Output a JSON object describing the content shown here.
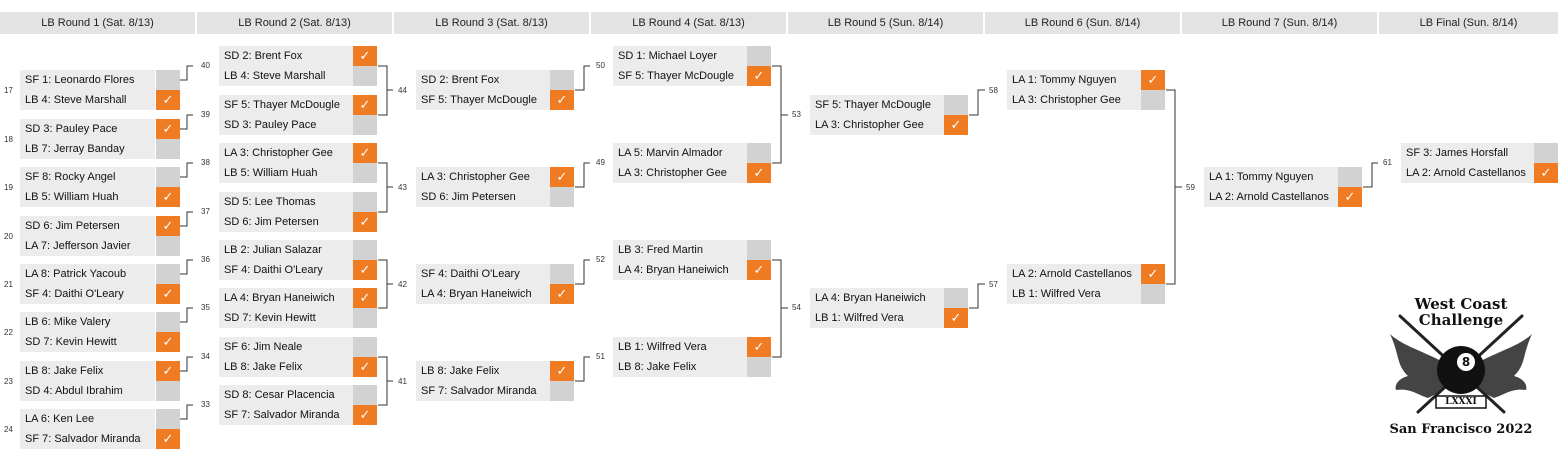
{
  "rounds": [
    {
      "id": "r1",
      "title": "LB Round 1 (Sat. 8/13)"
    },
    {
      "id": "r2",
      "title": "LB Round 2 (Sat. 8/13)"
    },
    {
      "id": "r3",
      "title": "LB Round 3 (Sat. 8/13)"
    },
    {
      "id": "r4",
      "title": "LB Round 4 (Sat. 8/13)"
    },
    {
      "id": "r5",
      "title": "LB Round 5 (Sun. 8/14)"
    },
    {
      "id": "r6",
      "title": "LB Round 6 (Sun. 8/14)"
    },
    {
      "id": "r7",
      "title": "LB Round 7 (Sun. 8/14)"
    },
    {
      "id": "r8",
      "title": "LB Final (Sun. 8/14)"
    }
  ],
  "check_glyph": "✓",
  "matches": {
    "m17": {
      "number": "17",
      "players": [
        {
          "name": "SF 1: Leonardo Flores",
          "winner": false
        },
        {
          "name": "LB 4: Steve Marshall",
          "winner": true
        }
      ]
    },
    "m18": {
      "number": "18",
      "players": [
        {
          "name": "SD 3: Pauley Pace",
          "winner": true
        },
        {
          "name": "LB 7: Jerray Banday",
          "winner": false
        }
      ]
    },
    "m19": {
      "number": "19",
      "players": [
        {
          "name": "SF 8: Rocky Angel",
          "winner": false
        },
        {
          "name": "LB 5: William Huah",
          "winner": true
        }
      ]
    },
    "m20": {
      "number": "20",
      "players": [
        {
          "name": "SD 6: Jim Petersen",
          "winner": true
        },
        {
          "name": "LA 7: Jefferson Javier",
          "winner": false
        }
      ]
    },
    "m21": {
      "number": "21",
      "players": [
        {
          "name": "LA 8: Patrick Yacoub",
          "winner": false
        },
        {
          "name": "SF 4: Daithi O'Leary",
          "winner": true
        }
      ]
    },
    "m22": {
      "number": "22",
      "players": [
        {
          "name": "LB 6: Mike Valery",
          "winner": false
        },
        {
          "name": "SD 7: Kevin Hewitt",
          "winner": true
        }
      ]
    },
    "m23": {
      "number": "23",
      "players": [
        {
          "name": "LB 8: Jake Felix",
          "winner": true
        },
        {
          "name": "SD 4: Abdul Ibrahim",
          "winner": false
        }
      ]
    },
    "m24": {
      "number": "24",
      "players": [
        {
          "name": "LA 6: Ken Lee",
          "winner": false
        },
        {
          "name": "SF 7: Salvador Miranda",
          "winner": true
        }
      ]
    },
    "m40": {
      "number": "40",
      "players": [
        {
          "name": "SD 2: Brent Fox",
          "winner": true
        },
        {
          "name": "LB 4: Steve Marshall",
          "winner": false
        }
      ]
    },
    "m39": {
      "number": "39",
      "players": [
        {
          "name": "SF 5: Thayer McDougle",
          "winner": true
        },
        {
          "name": "SD 3: Pauley Pace",
          "winner": false
        }
      ]
    },
    "m38": {
      "number": "38",
      "players": [
        {
          "name": "LA 3: Christopher Gee",
          "winner": true
        },
        {
          "name": "LB 5: William Huah",
          "winner": false
        }
      ]
    },
    "m37": {
      "number": "37",
      "players": [
        {
          "name": "SD 5: Lee Thomas",
          "winner": false
        },
        {
          "name": "SD 6: Jim Petersen",
          "winner": true
        }
      ]
    },
    "m36": {
      "number": "36",
      "players": [
        {
          "name": "LB 2: Julian Salazar",
          "winner": false
        },
        {
          "name": "SF 4: Daithi O'Leary",
          "winner": true
        }
      ]
    },
    "m35": {
      "number": "35",
      "players": [
        {
          "name": "LA 4: Bryan Haneiwich",
          "winner": true
        },
        {
          "name": "SD 7: Kevin Hewitt",
          "winner": false
        }
      ]
    },
    "m34": {
      "number": "34",
      "players": [
        {
          "name": "SF 6: Jim Neale",
          "winner": false
        },
        {
          "name": "LB 8: Jake Felix",
          "winner": true
        }
      ]
    },
    "m33": {
      "number": "33",
      "players": [
        {
          "name": "SD 8: Cesar Placencia",
          "winner": false
        },
        {
          "name": "SF 7: Salvador Miranda",
          "winner": true
        }
      ]
    },
    "m44": {
      "number": "44",
      "players": [
        {
          "name": "SD 2: Brent Fox",
          "winner": false
        },
        {
          "name": "SF 5: Thayer McDougle",
          "winner": true
        }
      ]
    },
    "m43": {
      "number": "43",
      "players": [
        {
          "name": "LA 3: Christopher Gee",
          "winner": true
        },
        {
          "name": "SD 6: Jim Petersen",
          "winner": false
        }
      ]
    },
    "m42": {
      "number": "42",
      "players": [
        {
          "name": "SF 4: Daithi O'Leary",
          "winner": false
        },
        {
          "name": "LA 4: Bryan Haneiwich",
          "winner": true
        }
      ]
    },
    "m41": {
      "number": "41",
      "players": [
        {
          "name": "LB 8: Jake Felix",
          "winner": true
        },
        {
          "name": "SF 7: Salvador Miranda",
          "winner": false
        }
      ]
    },
    "m50": {
      "number": "50",
      "players": [
        {
          "name": "SD 1: Michael Loyer",
          "winner": false
        },
        {
          "name": "SF 5: Thayer McDougle",
          "winner": true
        }
      ]
    },
    "m49": {
      "number": "49",
      "players": [
        {
          "name": "LA 5: Marvin Almador",
          "winner": false
        },
        {
          "name": "LA 3: Christopher Gee",
          "winner": true
        }
      ]
    },
    "m52": {
      "number": "52",
      "players": [
        {
          "name": "LB 3: Fred Martin",
          "winner": false
        },
        {
          "name": "LA 4: Bryan Haneiwich",
          "winner": true
        }
      ]
    },
    "m51": {
      "number": "51",
      "players": [
        {
          "name": "LB 1: Wilfred Vera",
          "winner": true
        },
        {
          "name": "LB 8: Jake Felix",
          "winner": false
        }
      ]
    },
    "m53": {
      "number": "53",
      "players": [
        {
          "name": "SF 5: Thayer McDougle",
          "winner": false
        },
        {
          "name": "LA 3: Christopher Gee",
          "winner": true
        }
      ]
    },
    "m54": {
      "number": "54",
      "players": [
        {
          "name": "LA 4: Bryan Haneiwich",
          "winner": false
        },
        {
          "name": "LB 1: Wilfred Vera",
          "winner": true
        }
      ]
    },
    "m58": {
      "number": "58",
      "players": [
        {
          "name": "LA 1: Tommy Nguyen",
          "winner": true
        },
        {
          "name": "LA 3: Christopher Gee",
          "winner": false
        }
      ]
    },
    "m57": {
      "number": "57",
      "players": [
        {
          "name": "LA 2: Arnold Castellanos",
          "winner": true
        },
        {
          "name": "LB 1: Wilfred Vera",
          "winner": false
        }
      ]
    },
    "m59": {
      "number": "59",
      "players": [
        {
          "name": "LA 1: Tommy Nguyen",
          "winner": false
        },
        {
          "name": "LA 2: Arnold Castellanos",
          "winner": true
        }
      ]
    },
    "m61": {
      "number": "61",
      "players": [
        {
          "name": "SF 3: James Horsfall",
          "winner": false
        },
        {
          "name": "LA 2: Arnold Castellanos",
          "winner": true
        }
      ]
    }
  },
  "logo": {
    "line1": "West Coast",
    "line2": "Challenge",
    "numeral": "LXXXI",
    "bottom": "San Francisco 2022"
  }
}
